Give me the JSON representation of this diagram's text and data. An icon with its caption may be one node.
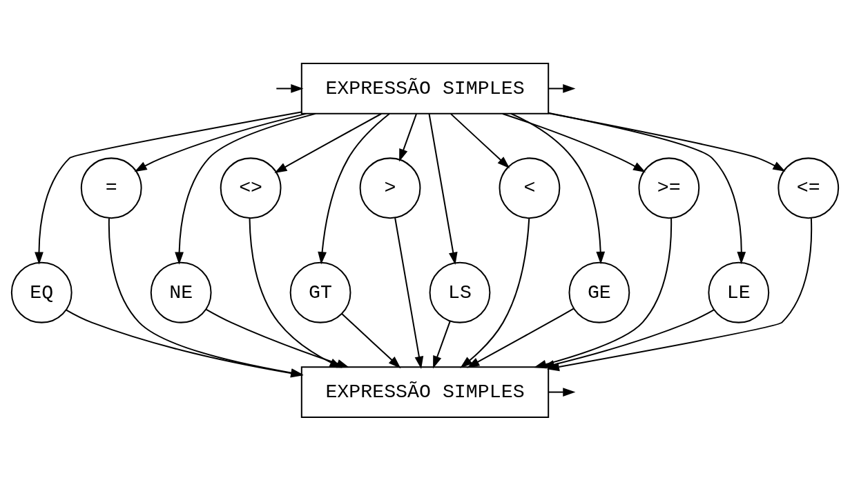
{
  "diagram": {
    "nodes": [
      {
        "text": [
          "EXPRESSÃO SIMPLES"
        ]
      },
      {
        "text": [
          "="
        ]
      },
      {
        "text": [
          "<>"
        ]
      },
      {
        "text": [
          ">"
        ]
      },
      {
        "text": [
          "<"
        ]
      },
      {
        "text": [
          ">="
        ]
      },
      {
        "text": [
          "<="
        ]
      },
      {
        "text": [
          "EQ"
        ]
      },
      {
        "text": [
          "NE"
        ]
      },
      {
        "text": [
          "GT"
        ]
      },
      {
        "text": [
          "LS"
        ]
      },
      {
        "text": [
          "GE"
        ]
      },
      {
        "text": [
          "LE"
        ]
      },
      {
        "text": [
          "EXPRESSÃO SIMPLES"
        ]
      }
    ],
    "edges": [
      {
        "from": null,
        "to": 0,
        "arrow": "to"
      },
      {
        "from": 0,
        "to": 7,
        "arrow": "to"
      },
      {
        "from": 0,
        "to": 1,
        "arrow": "to"
      },
      {
        "from": 0,
        "to": 8,
        "arrow": "to"
      },
      {
        "from": 0,
        "to": 2,
        "arrow": "to"
      },
      {
        "from": 0,
        "to": 9,
        "arrow": "to"
      },
      {
        "from": 0,
        "to": 3,
        "arrow": "to"
      },
      {
        "from": 0,
        "to": 10,
        "arrow": "to"
      },
      {
        "from": 0,
        "to": 4,
        "arrow": "to"
      },
      {
        "from": 0,
        "to": 11,
        "arrow": "to"
      },
      {
        "from": 0,
        "to": 5,
        "arrow": "to"
      },
      {
        "from": 0,
        "to": 12,
        "arrow": "to"
      },
      {
        "from": 0,
        "to": 6,
        "arrow": "to"
      },
      {
        "from": 7,
        "to": 13,
        "arrow": "to"
      },
      {
        "from": 1,
        "to": 13,
        "arrow": "to"
      },
      {
        "from": 8,
        "to": 13,
        "arrow": "to"
      },
      {
        "from": 2,
        "to": 13,
        "arrow": "to"
      },
      {
        "from": 9,
        "to": 13,
        "arrow": "to"
      },
      {
        "from": 3,
        "to": 13,
        "arrow": "to"
      },
      {
        "from": 10,
        "to": 13,
        "arrow": "to"
      },
      {
        "from": 4,
        "to": 13,
        "arrow": "to"
      },
      {
        "from": 11,
        "to": 13,
        "arrow": "to"
      },
      {
        "from": 5,
        "to": 13,
        "arrow": "to"
      },
      {
        "from": 12,
        "to": 13,
        "arrow": "to"
      },
      {
        "from": 6,
        "to": 13,
        "arrow": "to"
      },
      {
        "from": 13,
        "to": null,
        "arrow": "to"
      },
      {
        "from": 0,
        "to": null,
        "arrow": "to"
      }
    ]
  }
}
